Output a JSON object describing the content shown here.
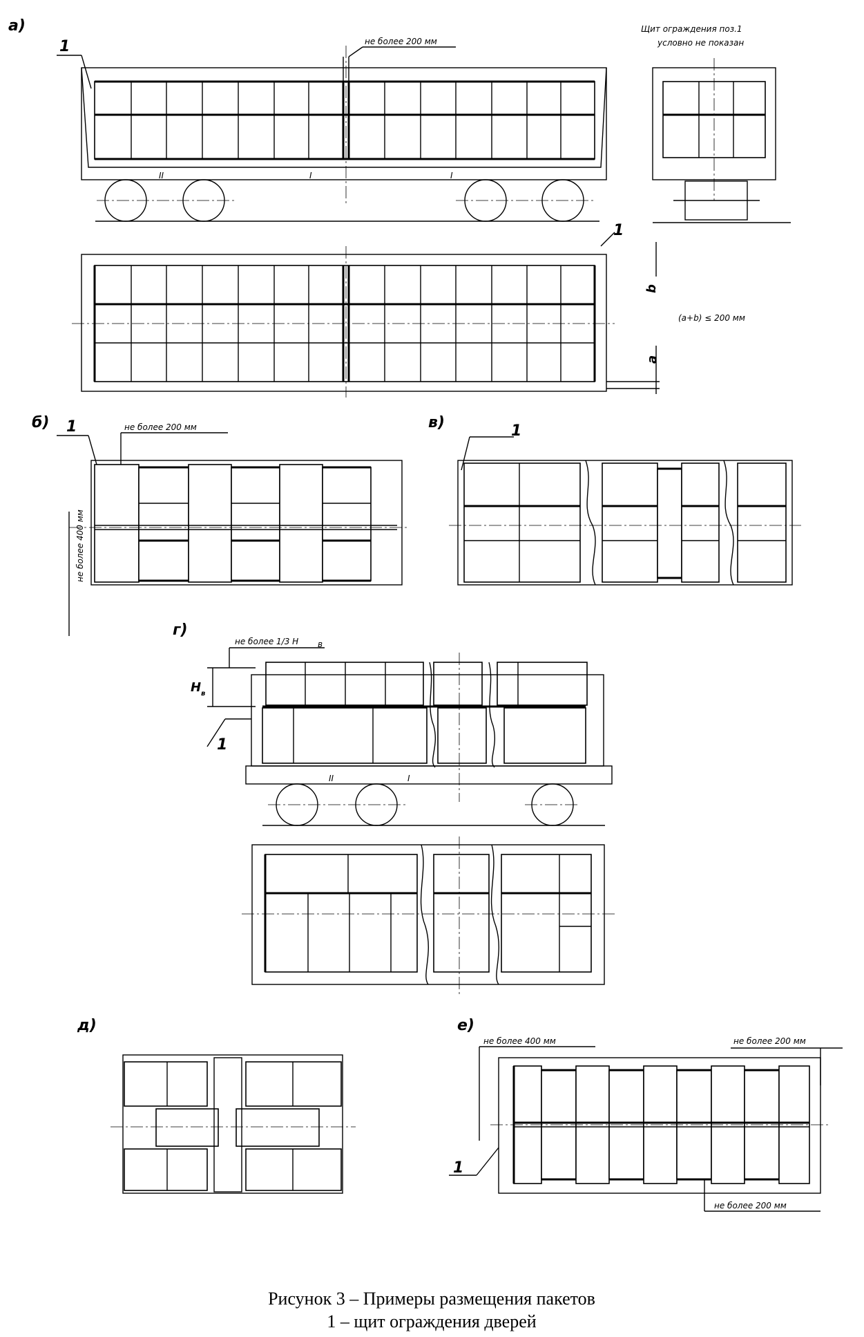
{
  "labels": {
    "a": "а)",
    "b": "б)",
    "v": "в)",
    "g": "г)",
    "d": "д)",
    "e": "е)"
  },
  "notes": {
    "max200_a": "не более 200 мм",
    "shield_note_1": "Щит ограждения поз.1",
    "shield_note_2": "условно не показан",
    "formula": "(a+b) ≤ 200 мм",
    "dim_a": "a",
    "dim_b": "b",
    "max200_b": "не более 200 мм",
    "max400_b": "не более 400 мм",
    "max13": "не более 1/3 Н",
    "h_sub": "в",
    "h_label": "Н",
    "max400_e": "не более 400 мм",
    "max200_e_top": "не более 200 мм",
    "max200_e_bottom": "не более 200 мм",
    "pos1": "1",
    "roman1": "I",
    "roman2": "II"
  },
  "caption": {
    "line1": "Рисунок 3 – Примеры размещения пакетов",
    "line2": "1 – щит ограждения дверей"
  }
}
